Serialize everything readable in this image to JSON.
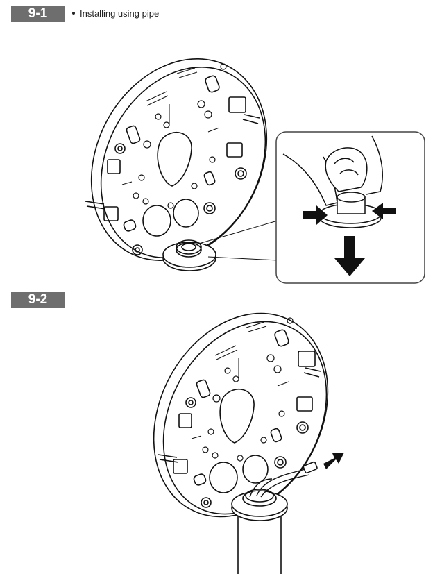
{
  "steps": [
    {
      "number": "9-1",
      "caption": "Installing using pipe"
    },
    {
      "number": "9-2"
    }
  ],
  "icons": [
    "mount-plate-illustration",
    "detail-callout",
    "hand-illustration",
    "push-arrow-icon",
    "pull-down-arrow-icon",
    "cable-direction-arrow-icon",
    "pipe-illustration"
  ]
}
